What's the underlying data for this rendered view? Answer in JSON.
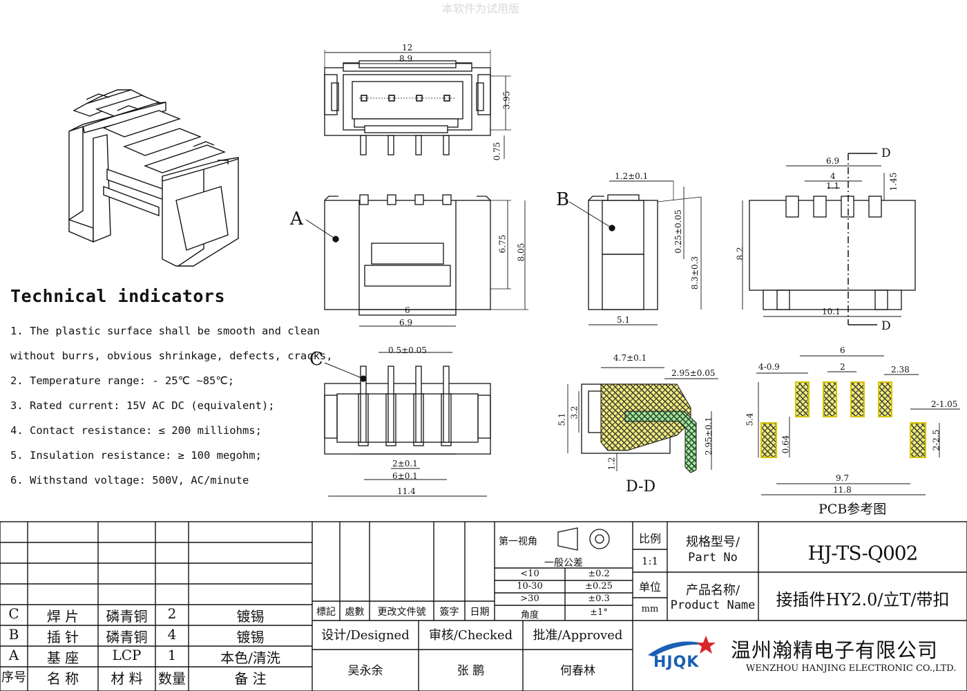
{
  "top_fragment": "本软件为试用版",
  "views": {
    "top": {
      "dims": [
        "12",
        "8.9",
        "3.95",
        "0.75"
      ]
    },
    "front": {
      "dims": [
        "6.75",
        "8.05",
        "6",
        "6.9"
      ],
      "callout": "A"
    },
    "side": {
      "dims": [
        "1.2±0.1",
        "0.25±0.05",
        "8.3±0.3",
        "5.1"
      ],
      "callout": "B"
    },
    "back": {
      "dims": [
        "6.9",
        "4",
        "1.1",
        "1.45",
        "8.2",
        "10.1"
      ],
      "section_marks": [
        "D",
        "D"
      ]
    },
    "bottom": {
      "dims": [
        "0.5±0.05",
        "2±0.1",
        "6±0.1",
        "11.4"
      ],
      "callout": "C"
    },
    "section": {
      "dims": [
        "4.7±0.1",
        "2.95±0.05",
        "3.2",
        "5.1",
        "2.95±0.1",
        "1.2"
      ],
      "title": "D-D"
    },
    "pcb": {
      "dims": [
        "6",
        "2",
        "4-0.9",
        "2.38",
        "2-1.05",
        "5.4",
        "0.64",
        "2-2.5",
        "9.7",
        "11.8"
      ],
      "title": "PCB参考图"
    }
  },
  "technical": {
    "title": "Technical  indicators",
    "items": [
      "1. The plastic surface shall be smooth and clean",
      "without burrs, obvious shrinkage, defects, cracks,",
      "2. Temperature range: - 25℃ ~85℃;",
      "3. Rated current: 15V AC DC (equivalent);",
      "4. Contact resistance: ≤ 200 milliohms;",
      "5. Insulation resistance: ≥ 100 megohm;",
      "6. Withstand voltage: 500V, AC/minute"
    ]
  },
  "bom": {
    "headers": [
      "序号",
      "名 称",
      "材 料",
      "数量",
      "备 注"
    ],
    "rows": [
      [
        "C",
        "焊 片",
        "磷青铜",
        "2",
        "镀锡"
      ],
      [
        "B",
        "插 针",
        "磷青铜",
        "4",
        "镀锡"
      ],
      [
        "A",
        "基 座",
        "LCP",
        "1",
        "本色/清洗"
      ]
    ]
  },
  "revision_headers": [
    "標記",
    "處數",
    "更改文件號",
    "簽字",
    "日期"
  ],
  "first_angle": "第一视角",
  "tolerance": {
    "title": "一般公差",
    "rows": [
      [
        "<10",
        "±0.2"
      ],
      [
        "10-30",
        "±0.25"
      ],
      [
        ">30",
        "±0.3"
      ],
      [
        "角度",
        "±1°"
      ]
    ]
  },
  "scale": {
    "label": "比例",
    "value": "1:1"
  },
  "unit": {
    "label": "单位",
    "value": "mm"
  },
  "part_no": {
    "label_cn": "规格型号/",
    "label_en": "Part No",
    "value": "HJ-TS-Q002"
  },
  "product_name": {
    "label_cn": "产品名称/",
    "label_en": "Product Name",
    "value": "接插件HY2.0/立T/带扣"
  },
  "signatures": {
    "designed_label": "设计/Designed",
    "designed": "吴永余",
    "checked_label": "审核/Checked",
    "checked": "张 鹏",
    "approved_label": "批准/Approved",
    "approved": "何春林"
  },
  "company": {
    "logo": "HJQK",
    "name_cn": "温州瀚精电子有限公司",
    "name_en": "WENZHOU HANJING ELECTRONIC CO.,LTD."
  },
  "colors": {
    "line": "#111111",
    "pad_fill": "#f4ef7c",
    "pad_border": "#d6c400",
    "green_hatch": "#3bb54a",
    "logo_blue": "#1a5fb4",
    "logo_red": "#d7262b"
  }
}
